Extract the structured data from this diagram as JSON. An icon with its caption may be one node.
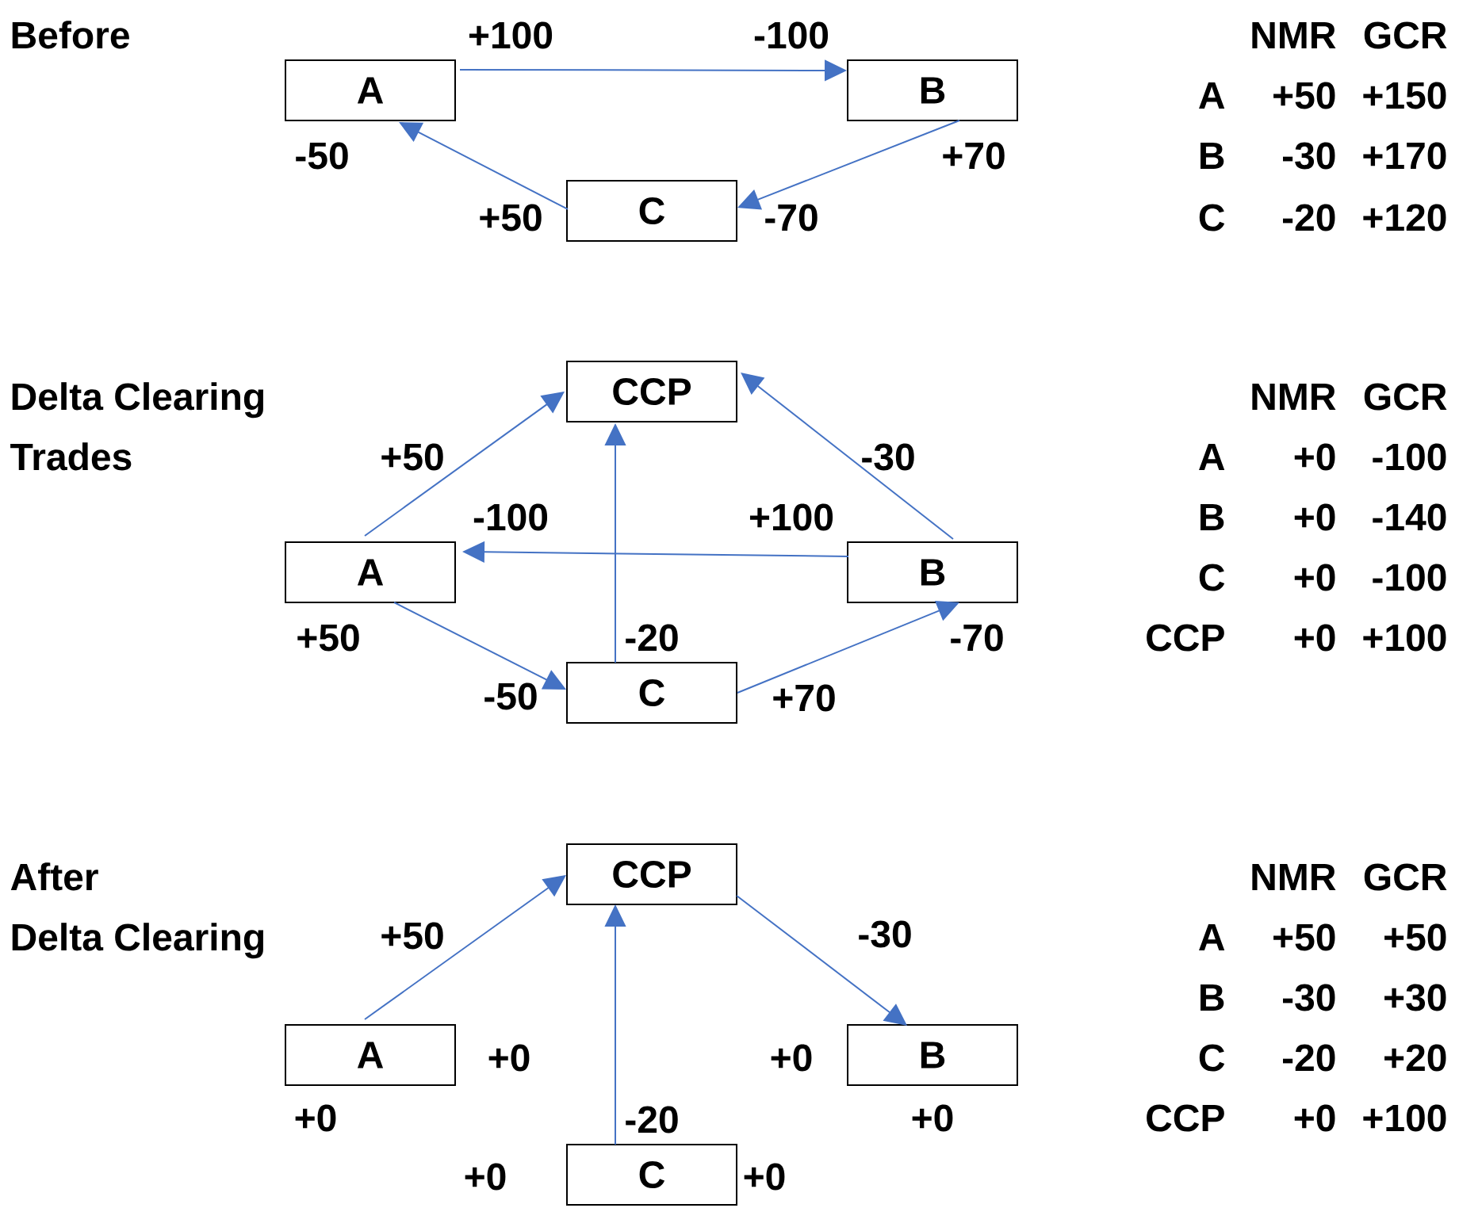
{
  "diagram": {
    "nodes": [
      {
        "text": [
          "A"
        ]
      },
      {
        "text": [
          "B"
        ]
      },
      {
        "text": [
          "C"
        ]
      },
      {
        "text": [
          "CCP"
        ]
      },
      {
        "text": [
          "A"
        ]
      },
      {
        "text": [
          "B"
        ]
      },
      {
        "text": [
          "C"
        ]
      },
      {
        "text": [
          "CCP"
        ]
      },
      {
        "text": [
          "A"
        ]
      },
      {
        "text": [
          "B"
        ]
      },
      {
        "text": [
          "C"
        ]
      }
    ],
    "edges": [
      {
        "from": 0,
        "to": 1,
        "arrow": "to"
      },
      {
        "from": 2,
        "to": 0,
        "arrow": "to"
      },
      {
        "from": 1,
        "to": 2,
        "arrow": "to"
      },
      {
        "from": 4,
        "to": 3,
        "arrow": "to"
      },
      {
        "from": 6,
        "to": 3,
        "arrow": "to"
      },
      {
        "from": 5,
        "to": 3,
        "arrow": "to"
      },
      {
        "from": 5,
        "to": 4,
        "arrow": "to"
      },
      {
        "from": 4,
        "to": 6,
        "arrow": "to"
      },
      {
        "from": 6,
        "to": 5,
        "arrow": "to"
      },
      {
        "from": 8,
        "to": 7,
        "arrow": "to"
      },
      {
        "from": 10,
        "to": 7,
        "arrow": "to"
      },
      {
        "from": 7,
        "to": 9,
        "arrow": "to"
      }
    ],
    "labels": [
      "Before",
      "+100",
      "-100",
      "-50",
      "+70",
      "+50",
      "-70",
      "NMR",
      "GCR",
      "A",
      "+50",
      "+150",
      "B",
      "-30",
      "+170",
      "C",
      "-20",
      "+120",
      "Delta Clearing",
      "Trades",
      "+50",
      "-30",
      "-100",
      "+100",
      "+50",
      "-20",
      "-70",
      "-50",
      "+70",
      "NMR",
      "GCR",
      "A",
      "+0",
      "-100",
      "B",
      "+0",
      "-140",
      "C",
      "+0",
      "-100",
      "CCP",
      "+0",
      "+100",
      "After",
      "Delta Clearing",
      "+50",
      "-30",
      "+0",
      "+0",
      "+0",
      "-20",
      "+0",
      "+0",
      "+0",
      "NMR",
      "GCR",
      "A",
      "+50",
      "+50",
      "B",
      "-30",
      "+30",
      "C",
      "-20",
      "+20",
      "CCP",
      "+0",
      "+100"
    ]
  }
}
